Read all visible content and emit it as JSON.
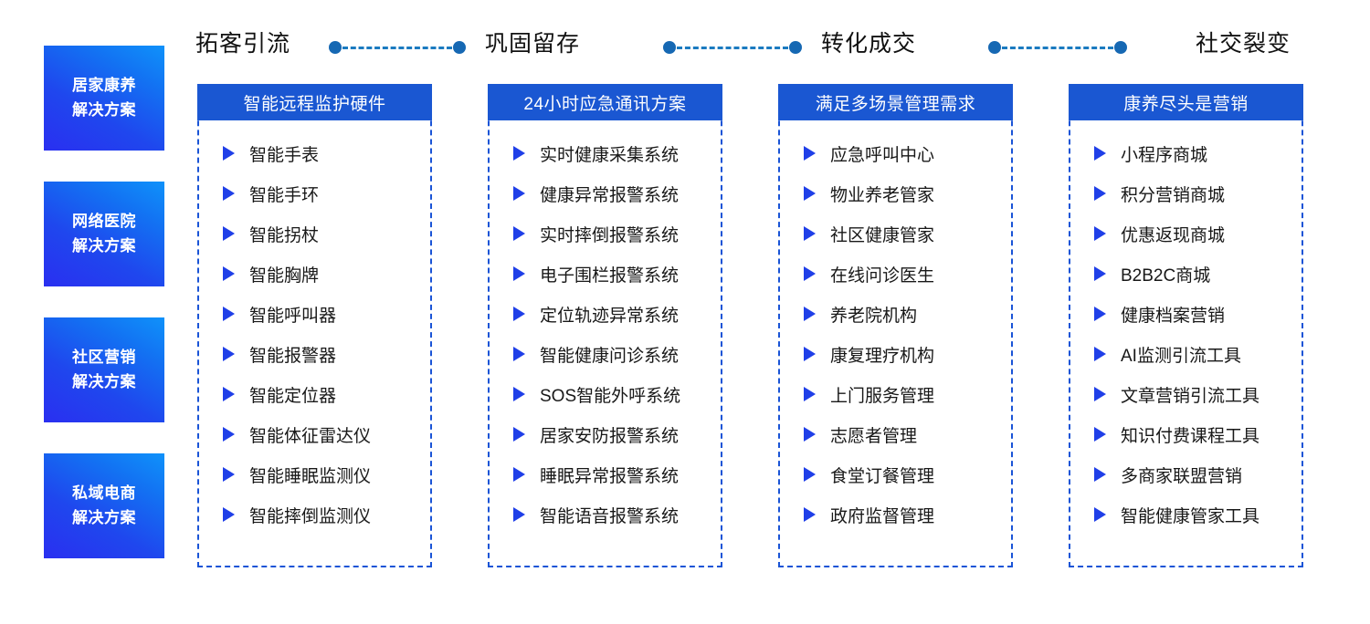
{
  "sidebar": {
    "items": [
      {
        "line1": "居家康养",
        "line2": "解决方案"
      },
      {
        "line1": "网络医院",
        "line2": "解决方案"
      },
      {
        "line1": "社区营销",
        "line2": "解决方案"
      },
      {
        "line1": "私域电商",
        "line2": "解决方案"
      }
    ]
  },
  "stages": {
    "labels": [
      "拓客引流",
      "巩固留存",
      "转化成交",
      "社交裂变"
    ],
    "connector_color": "#1b7ac0",
    "dot_color": "#1668b3"
  },
  "columns": [
    {
      "header": "智能远程监护硬件",
      "items": [
        "智能手表",
        "智能手环",
        "智能拐杖",
        "智能胸牌",
        "智能呼叫器",
        "智能报警器",
        "智能定位器",
        "智能体征雷达仪",
        "智能睡眠监测仪",
        "智能摔倒监测仪"
      ]
    },
    {
      "header": "24小时应急通讯方案",
      "items": [
        "实时健康采集系统",
        "健康异常报警系统",
        "实时摔倒报警系统",
        "电子围栏报警系统",
        "定位轨迹异常系统",
        "智能健康问诊系统",
        "SOS智能外呼系统",
        "居家安防报警系统",
        "睡眠异常报警系统",
        "智能语音报警系统"
      ]
    },
    {
      "header": "满足多场景管理需求",
      "items": [
        "应急呼叫中心",
        "物业养老管家",
        "社区健康管家",
        "在线问诊医生",
        "养老院机构",
        "康复理疗机构",
        "上门服务管理",
        "志愿者管理",
        "食堂订餐管理",
        "政府监督管理"
      ]
    },
    {
      "header": "康养尽头是营销",
      "items": [
        "小程序商城",
        "积分营销商城",
        "优惠返现商城",
        "B2B2C商城",
        "健康档案营销",
        "AI监测引流工具",
        "文章营销引流工具",
        "知识付费课程工具",
        "多商家联盟营销",
        "智能健康管家工具"
      ]
    }
  ],
  "theme": {
    "header_blue": "#1a57d2",
    "bullet_blue": "#1f3fe8",
    "dash_border_blue": "#1a54d6",
    "sidebar_gradient_from": "#2a2ff0",
    "sidebar_gradient_to": "#0f92fa",
    "background": "#ffffff"
  }
}
